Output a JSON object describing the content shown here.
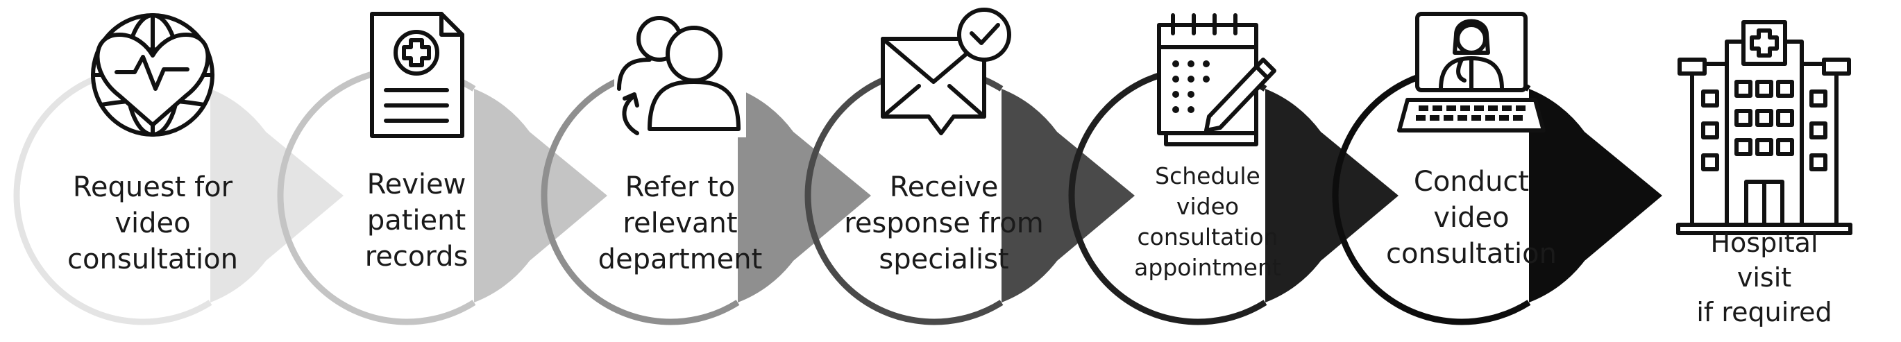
{
  "steps": [
    {
      "label": "Request for\nvideo\nconsultation",
      "icon": "globe-heart-icon",
      "color": "#e4e4e4"
    },
    {
      "label": "Review\npatient\nrecords",
      "icon": "medical-record-icon",
      "color": "#c4c4c4"
    },
    {
      "label": "Refer to\nrelevant\ndepartment",
      "icon": "refer-people-icon",
      "color": "#8f8f8f"
    },
    {
      "label": "Receive\nresponse from\nspecialist",
      "icon": "envelope-check-icon",
      "color": "#4a4a4a"
    },
    {
      "label": "Schedule\nvideo\nconsultation\nappointment",
      "icon": "calendar-pen-icon",
      "color": "#1f1f1f"
    },
    {
      "label": "Conduct\nvideo\nconsultation",
      "icon": "laptop-doctor-icon",
      "color": "#0d0d0d"
    }
  ],
  "final_step": {
    "label": "Hospital visit\nif required",
    "icon": "hospital-building-icon"
  }
}
